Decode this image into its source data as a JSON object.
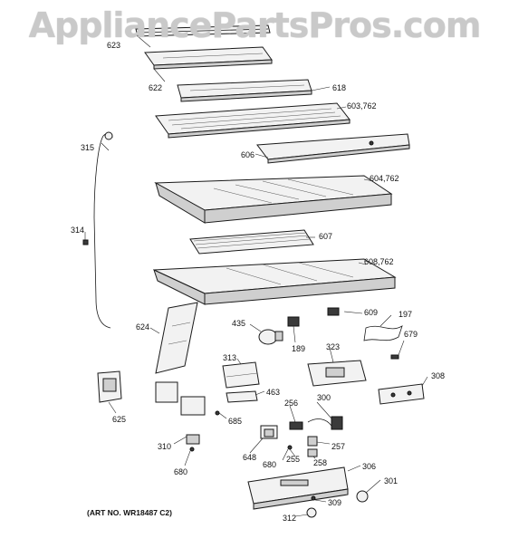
{
  "watermark": "AppliancePartsPros.com",
  "art_number": "(ART NO. WR18487 C2)",
  "labels": {
    "p623": "623",
    "p622": "622",
    "p618": "618",
    "p603": "603,762",
    "p315": "315",
    "p606": "606",
    "p604": "604,762",
    "p314": "314",
    "p607": "607",
    "p608": "608,762",
    "p624": "624",
    "p435": "435",
    "p609": "609",
    "p197": "197",
    "p189": "189",
    "p323": "323",
    "p679": "679",
    "p313": "313",
    "p308": "308",
    "p463": "463",
    "p625": "625",
    "p256": "256",
    "p300": "300",
    "p685": "685",
    "p310": "310",
    "p648": "648",
    "p257": "257",
    "p680a": "680",
    "p255": "255",
    "p258": "258",
    "p306": "306",
    "p680b": "680",
    "p301": "301",
    "p309": "309",
    "p312": "312"
  }
}
